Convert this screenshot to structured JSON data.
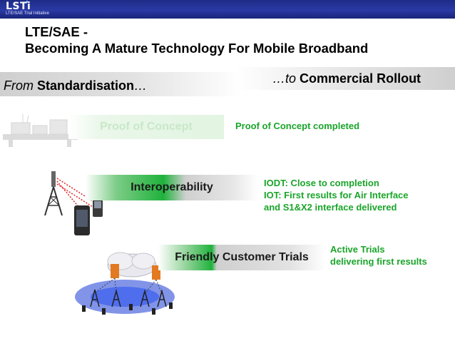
{
  "header": {
    "logo_text": "LSTi",
    "logo_subtitle": "LTE/SAE Trial Initiative"
  },
  "title": {
    "line1": "LTE/SAE -",
    "line2": "Becoming A Mature Technology For Mobile Broadband"
  },
  "bands": {
    "from_prefix": "From",
    "from_bold": "Standardisation",
    "from_suffix": "…",
    "to_prefix": "…to",
    "to_bold": "Commercial Rollout"
  },
  "stages": [
    {
      "label": "Proof of Concept",
      "status_lines": [
        "Proof of Concept completed"
      ]
    },
    {
      "label": "Interoperability",
      "status_lines": [
        "IODT: Close to completion",
        "IOT: First results for Air Interface",
        "and S1&X2 interface delivered"
      ]
    },
    {
      "label": "Friendly Customer Trials",
      "status_lines": [
        "Active Trials",
        "delivering first results"
      ]
    }
  ],
  "colors": {
    "header_blue": "#1e2b86",
    "status_green": "#1aa52a",
    "stage_green": "#22a83a"
  }
}
